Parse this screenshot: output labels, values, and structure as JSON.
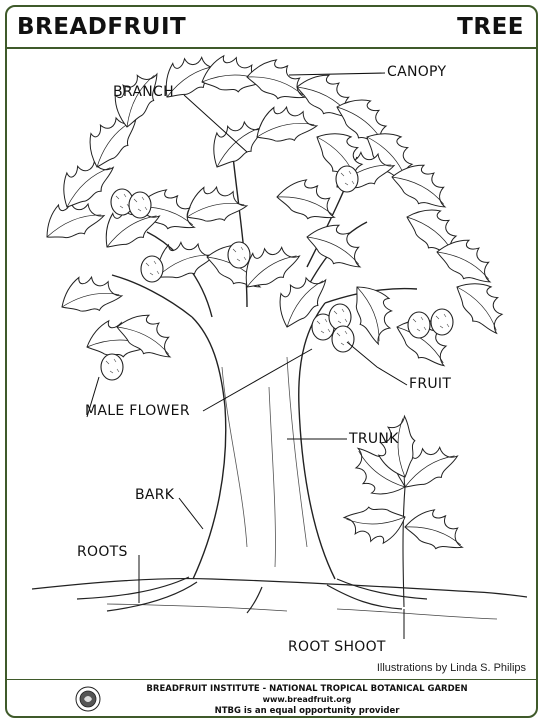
{
  "header": {
    "title_left": "BREADFRUIT",
    "title_right": "TREE"
  },
  "labels": {
    "canopy": "CANOPY",
    "branch": "BRANCH",
    "fruit": "FRUIT",
    "male_flower": "MALE FLOWER",
    "trunk": "TRUNK",
    "bark": "BARK",
    "roots": "ROOTS",
    "root_shoot": "ROOT SHOOT"
  },
  "credit": "Illustrations by Linda S. Philips",
  "footer": {
    "line1": "BREADFRUIT INSTITUTE - NATIONAL TROPICAL BOTANICAL GARDEN",
    "line2": "www.breadfruit.org",
    "line3": "NTBG is an equal opportunity provider"
  },
  "colors": {
    "border": "#3f5a2a",
    "ink": "#111111"
  }
}
